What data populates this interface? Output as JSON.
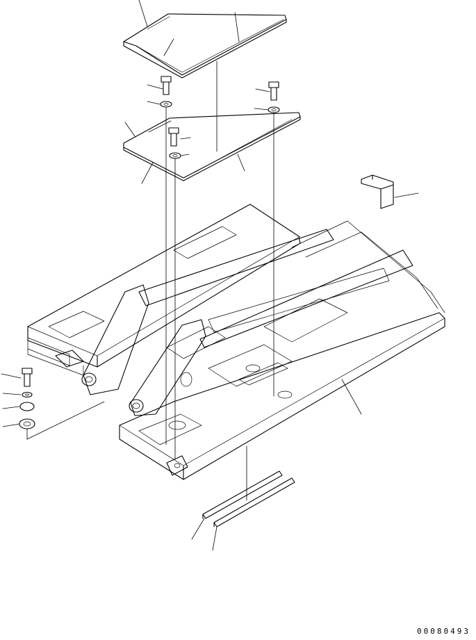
{
  "drawing": {
    "number": "00080493",
    "background_color": "#ffffff",
    "line_color": "#000000"
  },
  "parts": [
    "upper-cover",
    "cover-plate",
    "bolt",
    "washer",
    "rear-bracket",
    "revolving-frame",
    "side-strip-left",
    "side-strip-right",
    "hinge-bolt",
    "hinge-washer",
    "hinge-shim",
    "hinge-plate"
  ]
}
